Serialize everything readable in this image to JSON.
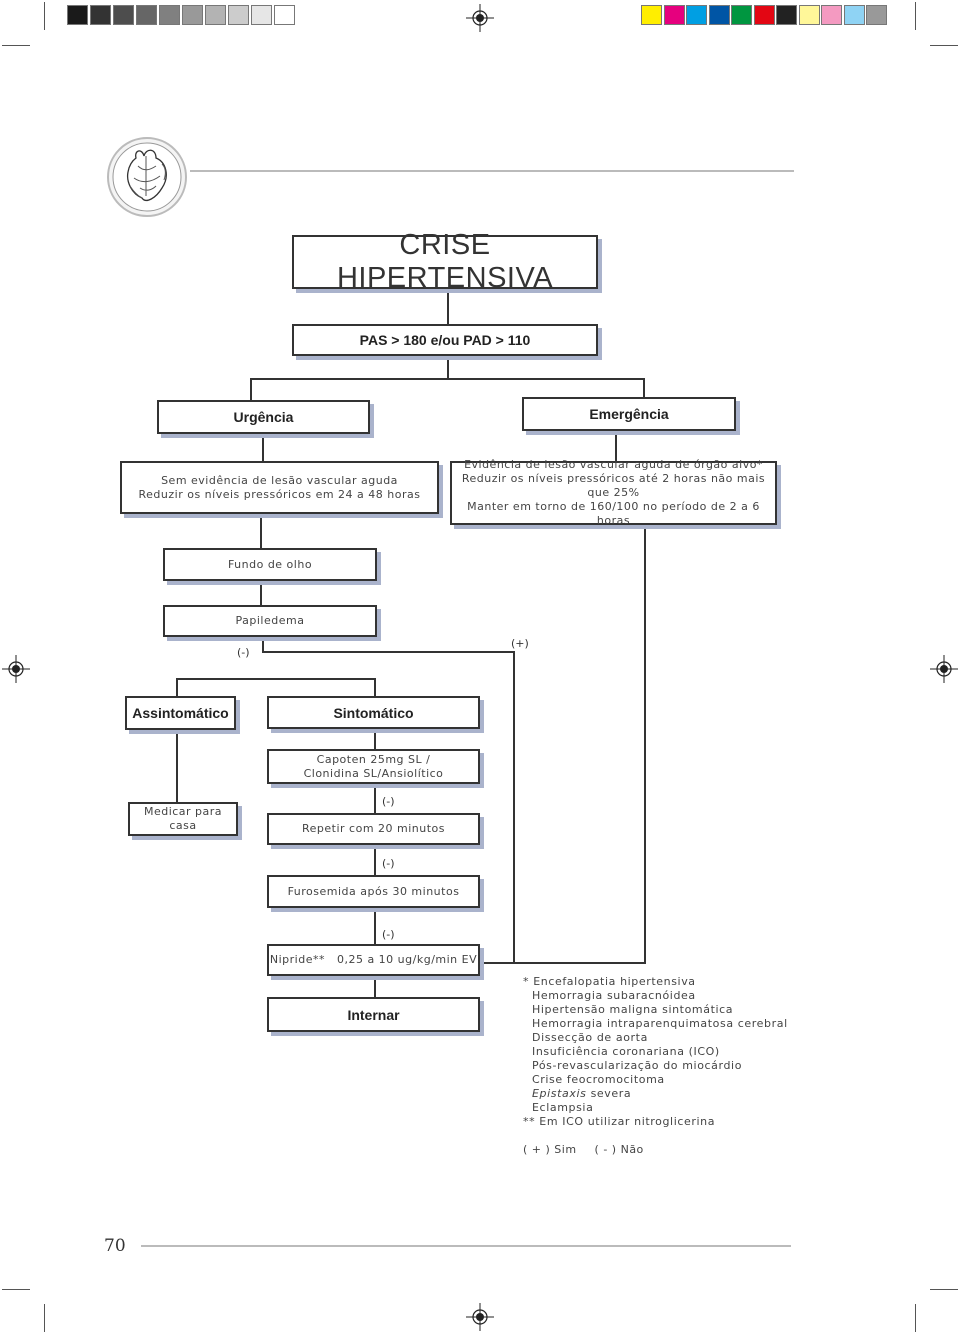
{
  "title": "CRISE HIPERTENSIVA",
  "criterion": "PAS > 180 e/ou PAD > 110",
  "urgencia": {
    "label": "Urgência",
    "desc": [
      "Sem evidência de lesão vascular aguda",
      "Reduzir os níveis pressóricos em 24 a 48 horas"
    ]
  },
  "emergencia": {
    "label": "Emergência",
    "desc": [
      "Evidência de lesão vascular aguda de órgão alvo*",
      "Reduzir os níveis pressóricos até 2 horas não mais que 25%",
      "Manter em torno de 160/100 no período de 2 a 6 horas"
    ]
  },
  "fundo_olho": "Fundo de olho",
  "papiledema": "Papiledema",
  "neg": "(-)",
  "pos": "(+)",
  "assintomatico": "Assintomático",
  "sintomatico": "Sintomático",
  "capoten": [
    "Capoten 25mg SL /",
    "Clonidina SL/Ansiolítico"
  ],
  "medicar": "Medicar para casa",
  "repetir": "Repetir com 20 minutos",
  "furosemida": "Furosemida após 30 minutos",
  "nipride": "Nipride**   0,25 a 10 ug/kg/min EV",
  "internar": "Internar",
  "notes": {
    "first": "* Encefalopatia hipertensiva",
    "items": [
      "Hemorragia subaracnóidea",
      "Hipertensão maligna sintomática",
      "Hemorragia intraparenquimatosa cerebral",
      "Dissecção de aorta",
      "Insuficiência coronariana (ICO)",
      "Pós-revascularização do miocárdio",
      "Crise feocromocitoma"
    ],
    "epistaxis": "Epistaxis",
    "epistaxis_rest": " severa",
    "eclampsia": "Eclampsia",
    "footnote": "** Em ICO utilizar nitroglicerina"
  },
  "legend": {
    "sim": "( + ) Sim",
    "nao": "( - )  Não"
  },
  "page_number": "70",
  "icons": {
    "logo": "heart-anatomy-icon",
    "registration": "crosshair-icon"
  },
  "colors": {
    "grayscale": [
      "#1a1a1a",
      "#333333",
      "#4d4d4d",
      "#666666",
      "#808080",
      "#999999",
      "#b3b3b3",
      "#cccccc",
      "#e6e6e6",
      "#ffffff"
    ],
    "color_bar": [
      "#ffee00",
      "#e6007e",
      "#009fe3",
      "#0055a5",
      "#009640",
      "#e30613",
      "#222222",
      "#fff799",
      "#f49ac1",
      "#8fd3f4",
      "#999999"
    ],
    "box_shadow": "#aab3cc"
  }
}
